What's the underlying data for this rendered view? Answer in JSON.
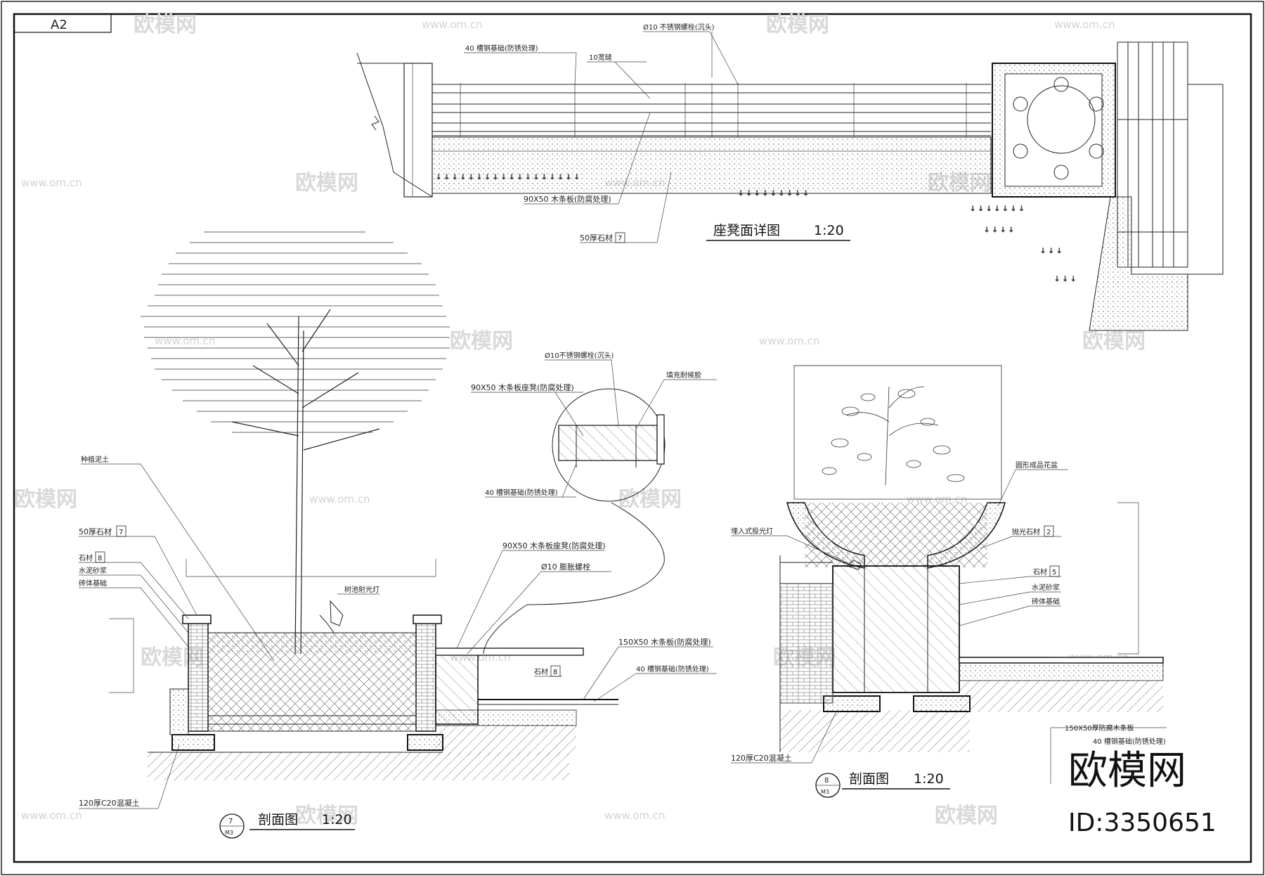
{
  "sheet": {
    "size_tag": "A2"
  },
  "watermark": {
    "brand": "欧模网",
    "url": "www.om.cn"
  },
  "brand_stamp": {
    "name": "欧模网",
    "id_text": "ID:3350651"
  },
  "plan": {
    "title": "座凳面详图",
    "scale": "1:20",
    "labels": {
      "steel_base": "40 槽钢基础(防锈处理)",
      "gap": "10宽缝",
      "bolt": "Ø10 不锈钢螺栓(沉头)",
      "wood": "90X50 木条板(防腐处理)",
      "stone": "50厚石材",
      "stone_tag": "7"
    }
  },
  "section7": {
    "title": "剖面图",
    "scale": "1:20",
    "index_num": "7",
    "index_sheet": "M3",
    "labels": {
      "soil": "种植泥土",
      "stone50": "50厚石材",
      "stone50_tag": "7",
      "stone": "石材",
      "stone_tag": "8",
      "mortar": "水泥砂浆",
      "brick": "砖体基础",
      "concrete": "120厚C20混凝土",
      "light": "树池射光灯",
      "detail_bolt": "Ø10不锈钢螺栓(沉头)",
      "detail_glue": "填充耐候胶",
      "detail_wood": "90X50 木条板座凳(防腐处理)",
      "detail_steel": "40 槽钢基础(防锈处理)",
      "wood_seat": "90X50 木条板座凳(防腐处理)",
      "expansion_bolt": "Ø10 膨胀螺栓",
      "deck": "150X50 木条板(防腐处理)",
      "steel": "40 槽钢基础(防锈处理)",
      "stone_b": "石材",
      "stone_b_tag": "8"
    }
  },
  "section8": {
    "title": "剖面图",
    "scale": "1:20",
    "index_num": "8",
    "index_sheet": "M3",
    "labels": {
      "planter": "圆形成品花盆",
      "uplight": "埋入式投光灯",
      "polished": "抛光石材",
      "polished_tag": "2",
      "stone": "石材",
      "stone_tag": "5",
      "mortar": "水泥砂浆",
      "brick": "砖体基础",
      "deck": "150X50厚防腐木条板",
      "steel": "40 槽钢基础(防锈处理)",
      "concrete": "120厚C20混凝土"
    }
  }
}
